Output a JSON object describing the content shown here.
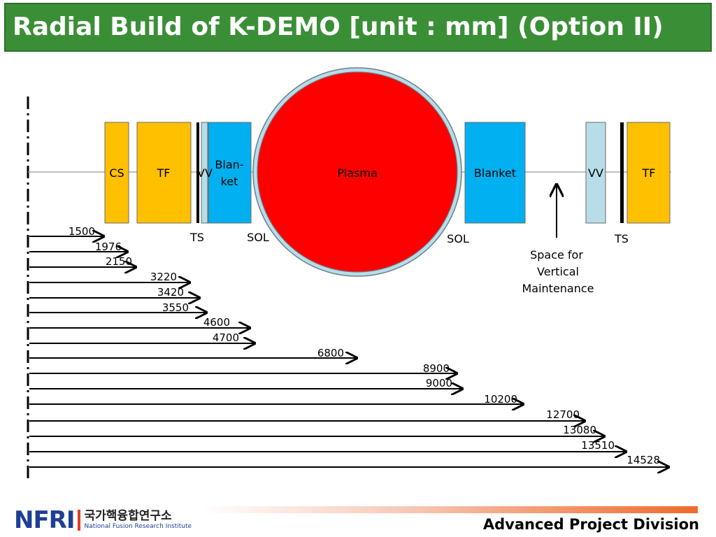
{
  "title": "Radial Build of K-DEMO [unit : mm] (Option II)",
  "components": {
    "cs": "CS",
    "tf_inner": "TF",
    "vv_inner": "VV",
    "blanket_inner_line1": "Blan-",
    "blanket_inner_line2": "ket",
    "plasma": "Plasma",
    "blanket_outer": "Blanket",
    "vv_outer": "VV",
    "tf_outer": "TF"
  },
  "labels": {
    "ts_inner": "TS",
    "sol_inner": "SOL",
    "sol_outer": "SOL",
    "ts_outer": "TS",
    "space_line1": "Space for",
    "space_line2": "Vertical",
    "space_line3": "Maintenance"
  },
  "radii": [
    "1500",
    "1976",
    "2150",
    "3220",
    "3420",
    "3550",
    "4600",
    "4700",
    "6800",
    "8900",
    "9000",
    "10200",
    "12700",
    "13080",
    "13510",
    "14528"
  ],
  "colors": {
    "header_green": "#3a8f36",
    "coil_yellow": "#ffc000",
    "blanket_blue": "#00b0f0",
    "vessel_lightblue": "#b7dde8",
    "plasma_red": "#ff0000"
  },
  "footer": {
    "logo_mark": "NFRI",
    "logo_korean": "국가핵융합연구소",
    "logo_english": "National Fusion Research Institute",
    "division": "Advanced Project Division"
  }
}
